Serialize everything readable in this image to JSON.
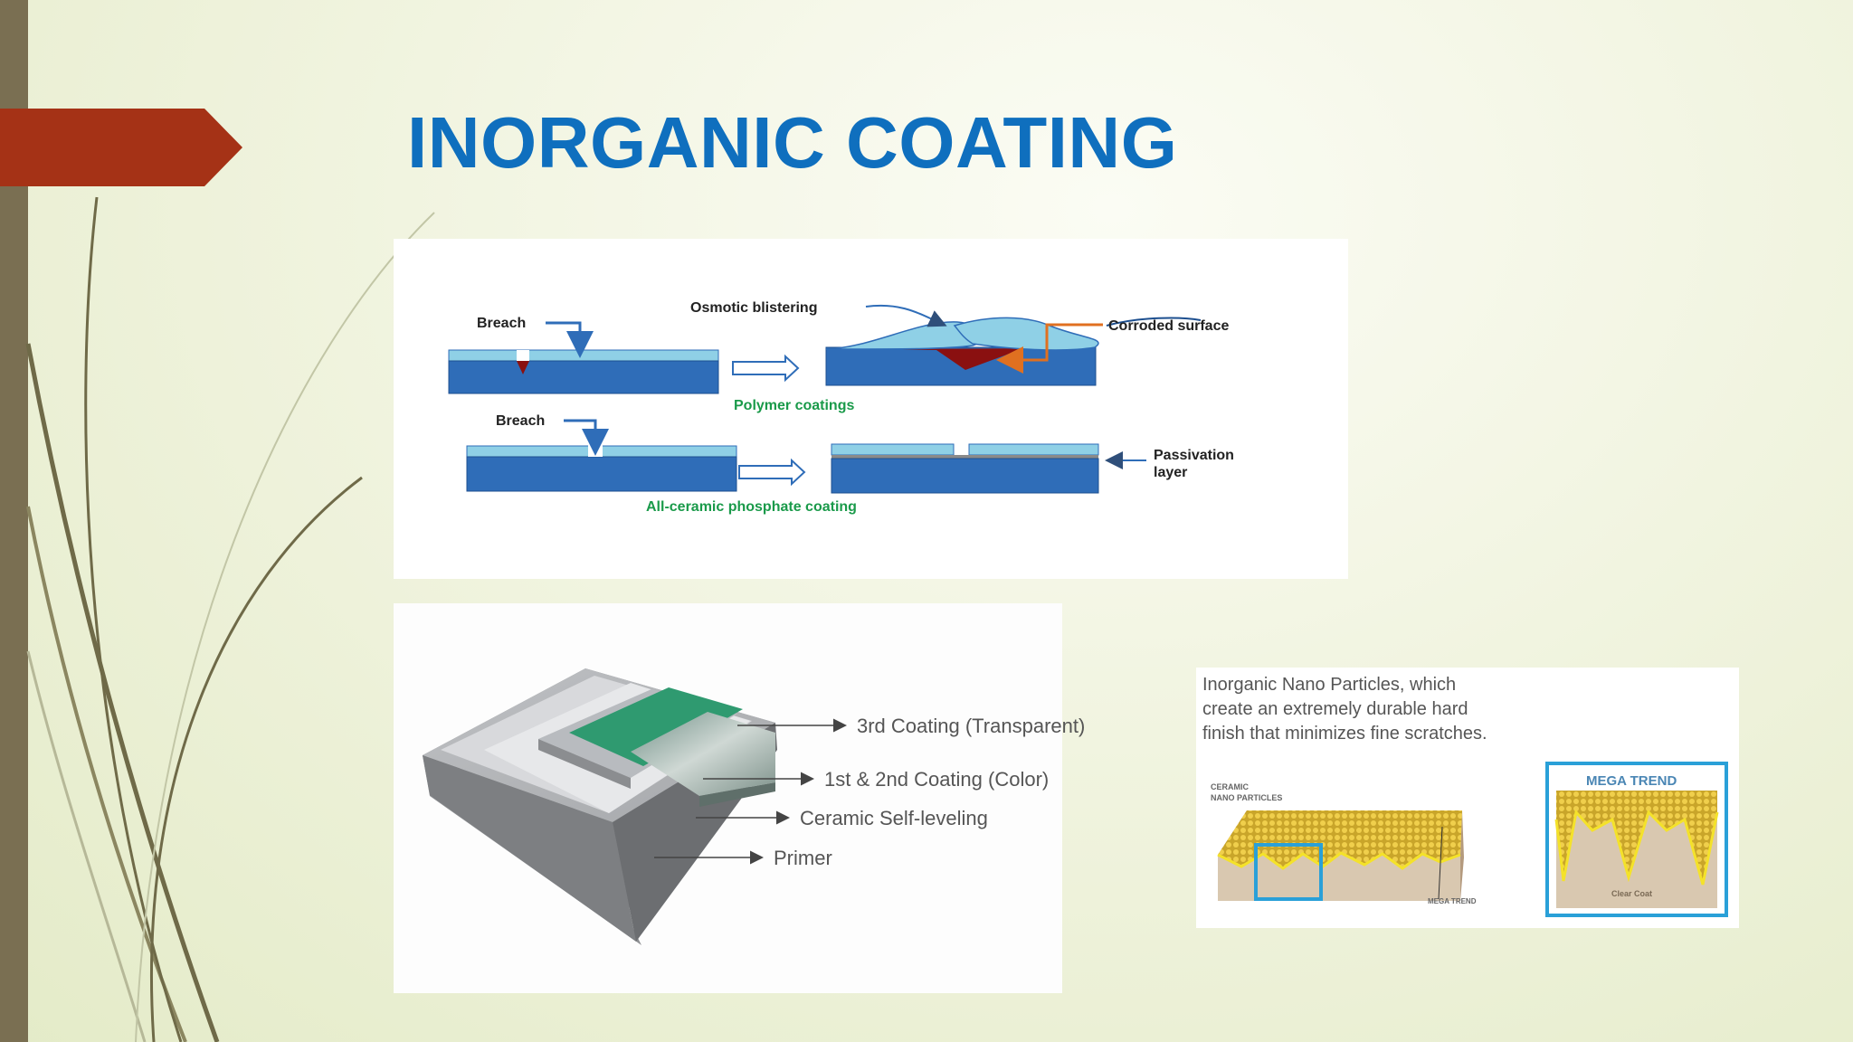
{
  "slide": {
    "title": "INORGANIC COATING"
  },
  "coating_diagram": {
    "polymer": {
      "breach_label": "Breach",
      "osmotic_label": "Osmotic blistering",
      "corroded_label": "Corroded surface",
      "caption": "Polymer coatings"
    },
    "ceramic": {
      "breach_label": "Breach",
      "passivation_label_line1": "Passivation",
      "passivation_label_line2": "layer",
      "caption": "All-ceramic phosphate coating"
    }
  },
  "floor_layers": {
    "labels": [
      "3rd Coating (Transparent)",
      "1st & 2nd Coating (Color)",
      "Ceramic Self-leveling",
      "Primer"
    ]
  },
  "nano_panel": {
    "caption_lines": [
      "Inorganic Nano Particles, which",
      "create an extremely durable hard",
      "finish that minimizes fine scratches."
    ],
    "ceramic_label_line1": "CERAMIC",
    "ceramic_label_line2": "NANO PARTICLES",
    "brand_small": "MEGA TREND",
    "inset_title": "MEGA TREND",
    "clear_coat_label": "Clear Coat"
  },
  "colors": {
    "title_blue": "#0f6fbe",
    "arrow_red": "#a53216",
    "caption_green": "#1a9a4a",
    "coating_light": "#8fd0e6",
    "substrate_blue": "#2f6db8",
    "corrosion_red": "#8a1010",
    "orange_arrow": "#e07020",
    "green_layer": "#2f9a70",
    "nano_gold": "#d7b63a",
    "inset_border": "#2aa0d8"
  }
}
